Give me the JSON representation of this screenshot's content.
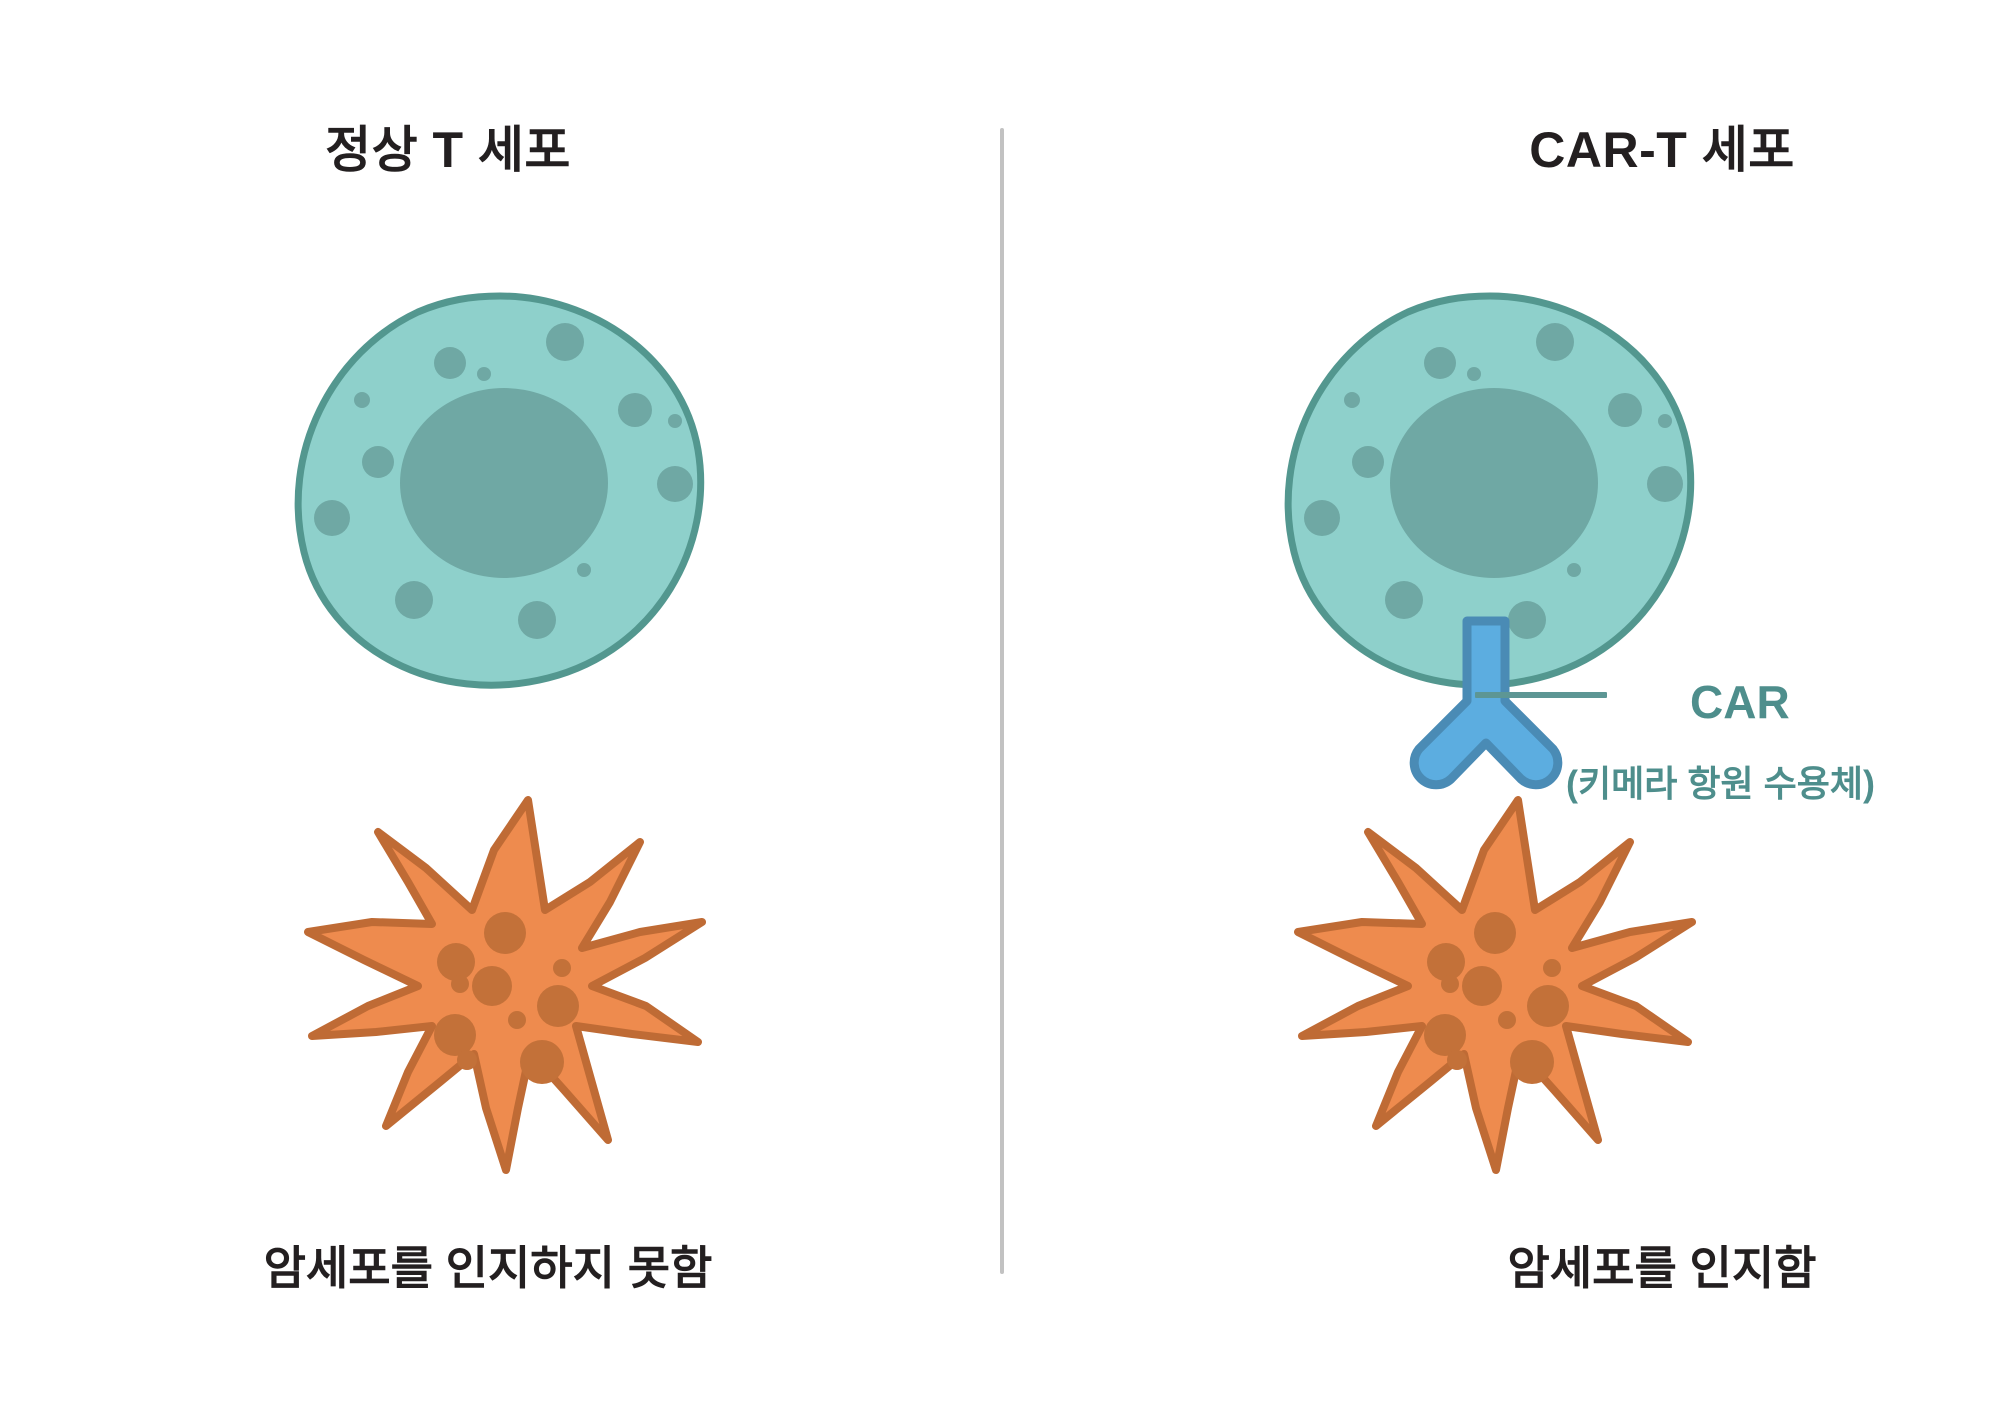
{
  "figure": {
    "type": "scientific-diagram",
    "topic": "CAR-T cell therapy comparison",
    "background_color": "#ffffff",
    "divider_color": "#c2c2c2"
  },
  "panels": {
    "left": {
      "title": "정상 T 세포",
      "caption": "암세포를 인지하지 못함",
      "tcell": {
        "name": "normal-t-cell",
        "membrane_fill": "#8ED0CB",
        "membrane_stroke": "#53978F",
        "nucleus_fill": "#6FA8A4",
        "granule_fill": "#6FA8A4",
        "has_receptor": false
      },
      "cancer_cell": {
        "name": "cancer-cell",
        "fill": "#EE8B4E",
        "stroke": "#BF6B35",
        "speckle_fill": "#C37139",
        "spikes": 8
      }
    },
    "right": {
      "title": "CAR-T 세포",
      "caption": "암세포를 인지함",
      "tcell": {
        "name": "car-t-cell",
        "membrane_fill": "#8ED0CB",
        "membrane_stroke": "#53978F",
        "nucleus_fill": "#6FA8A4",
        "granule_fill": "#6FA8A4",
        "has_receptor": true
      },
      "cancer_cell": {
        "name": "cancer-cell",
        "fill": "#EE8B4E",
        "stroke": "#BF6B35",
        "speckle_fill": "#C37139",
        "spikes": 8
      },
      "car_receptor": {
        "name": "car-receptor",
        "shape": "y-shaped",
        "fill": "#5CADE0",
        "stroke": "#4A8BB5",
        "label": "CAR",
        "sublabel": "(키메라 항원 수용체)",
        "label_color": "#4e8e8c",
        "leader_line_color": "#5d9694"
      }
    }
  }
}
